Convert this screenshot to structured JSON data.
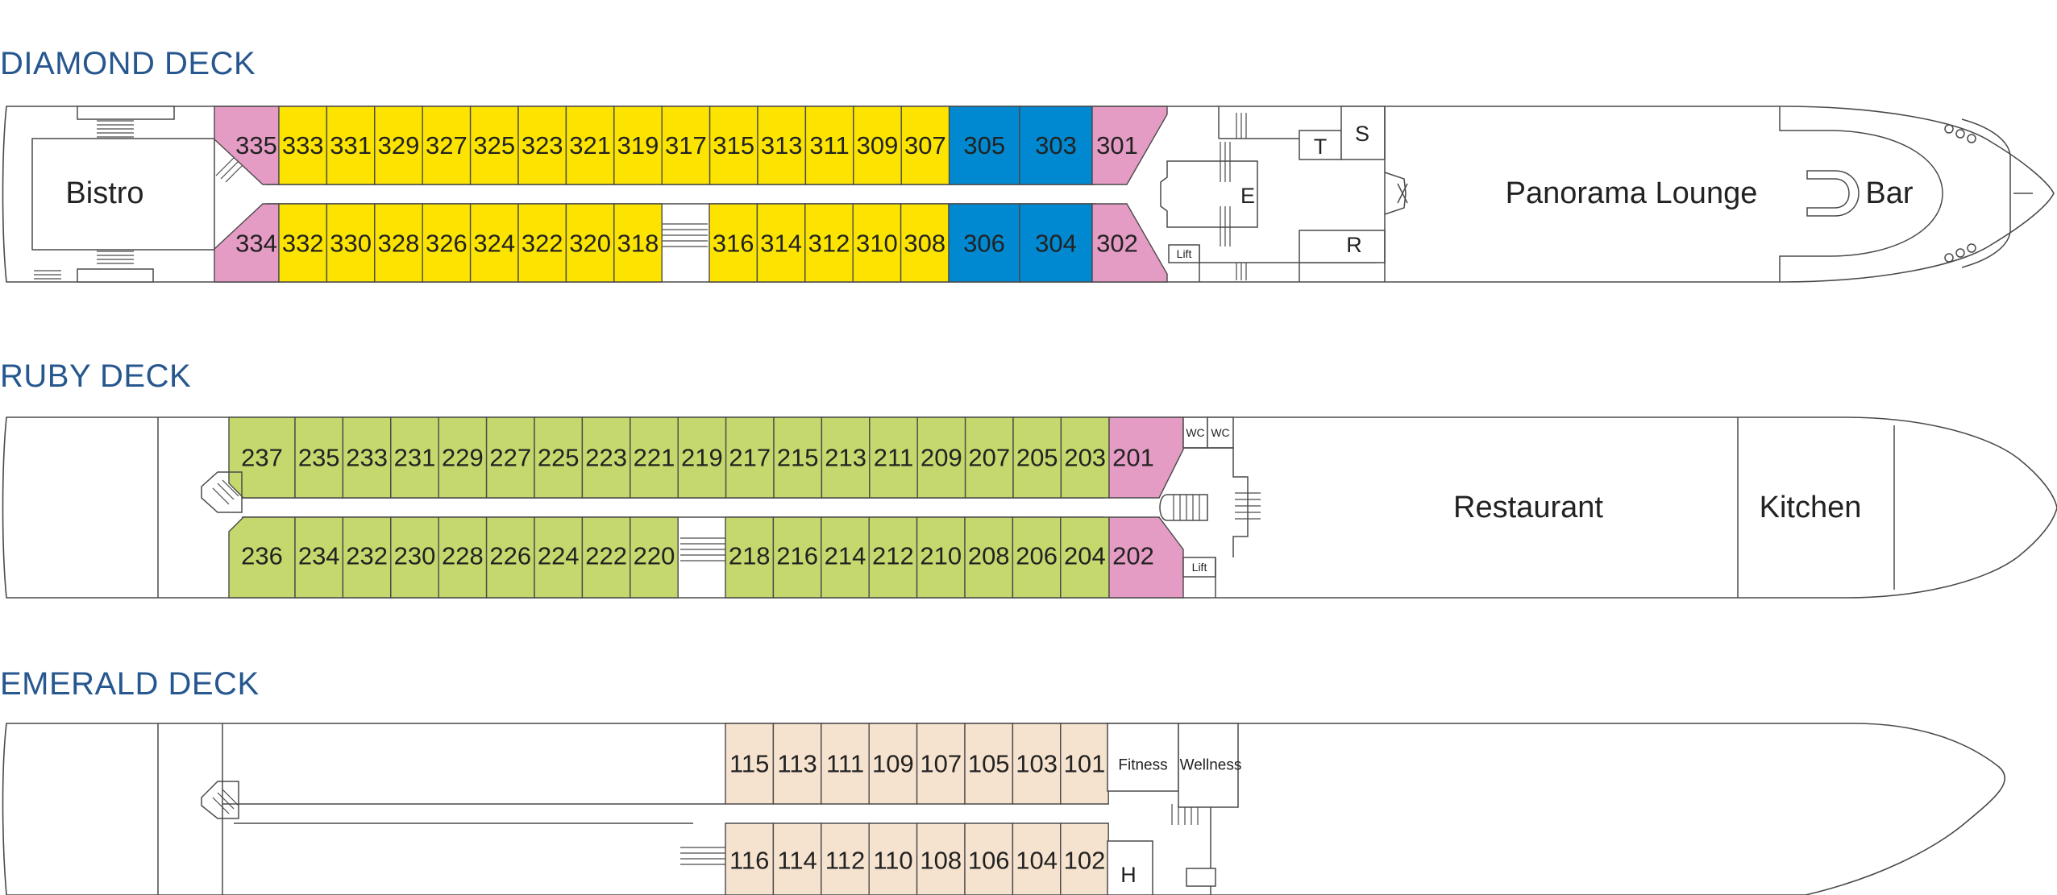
{
  "legend_colors": {
    "pink": "#e59cc4",
    "yellow": "#fce400",
    "blue": "#0089d0",
    "green": "#c5d86d",
    "beige": "#f6e3cf"
  },
  "decks": [
    {
      "title": "DIAMOND DECK",
      "rooms": [
        "Bistro",
        "E",
        "T",
        "S",
        "R",
        "Lift",
        "Panorama Lounge",
        "Bar"
      ],
      "cabins_top": [
        {
          "n": "335",
          "c": "pink"
        },
        {
          "n": "333",
          "c": "yellow"
        },
        {
          "n": "331",
          "c": "yellow"
        },
        {
          "n": "329",
          "c": "yellow"
        },
        {
          "n": "327",
          "c": "yellow"
        },
        {
          "n": "325",
          "c": "yellow"
        },
        {
          "n": "323",
          "c": "yellow"
        },
        {
          "n": "321",
          "c": "yellow"
        },
        {
          "n": "319",
          "c": "yellow"
        },
        {
          "n": "317",
          "c": "yellow"
        },
        {
          "n": "315",
          "c": "yellow"
        },
        {
          "n": "313",
          "c": "yellow"
        },
        {
          "n": "311",
          "c": "yellow"
        },
        {
          "n": "309",
          "c": "yellow"
        },
        {
          "n": "307",
          "c": "yellow"
        },
        {
          "n": "305",
          "c": "blue"
        },
        {
          "n": "303",
          "c": "blue"
        },
        {
          "n": "301",
          "c": "pink"
        }
      ],
      "cabins_bottom": [
        {
          "n": "334",
          "c": "pink"
        },
        {
          "n": "332",
          "c": "yellow"
        },
        {
          "n": "330",
          "c": "yellow"
        },
        {
          "n": "328",
          "c": "yellow"
        },
        {
          "n": "326",
          "c": "yellow"
        },
        {
          "n": "324",
          "c": "yellow"
        },
        {
          "n": "322",
          "c": "yellow"
        },
        {
          "n": "320",
          "c": "yellow"
        },
        {
          "n": "318",
          "c": "yellow"
        },
        {
          "n": "316",
          "c": "yellow"
        },
        {
          "n": "314",
          "c": "yellow"
        },
        {
          "n": "312",
          "c": "yellow"
        },
        {
          "n": "310",
          "c": "yellow"
        },
        {
          "n": "308",
          "c": "yellow"
        },
        {
          "n": "306",
          "c": "blue"
        },
        {
          "n": "304",
          "c": "blue"
        },
        {
          "n": "302",
          "c": "pink"
        }
      ]
    },
    {
      "title": "RUBY DECK",
      "rooms": [
        "WC",
        "WC",
        "Lift",
        "Restaurant",
        "Kitchen"
      ],
      "cabins_top": [
        {
          "n": "237",
          "c": "green"
        },
        {
          "n": "235",
          "c": "green"
        },
        {
          "n": "233",
          "c": "green"
        },
        {
          "n": "231",
          "c": "green"
        },
        {
          "n": "229",
          "c": "green"
        },
        {
          "n": "227",
          "c": "green"
        },
        {
          "n": "225",
          "c": "green"
        },
        {
          "n": "223",
          "c": "green"
        },
        {
          "n": "221",
          "c": "green"
        },
        {
          "n": "219",
          "c": "green"
        },
        {
          "n": "217",
          "c": "green"
        },
        {
          "n": "215",
          "c": "green"
        },
        {
          "n": "213",
          "c": "green"
        },
        {
          "n": "211",
          "c": "green"
        },
        {
          "n": "209",
          "c": "green"
        },
        {
          "n": "207",
          "c": "green"
        },
        {
          "n": "205",
          "c": "green"
        },
        {
          "n": "203",
          "c": "green"
        },
        {
          "n": "201",
          "c": "pink"
        }
      ],
      "cabins_bottom": [
        {
          "n": "236",
          "c": "green"
        },
        {
          "n": "234",
          "c": "green"
        },
        {
          "n": "232",
          "c": "green"
        },
        {
          "n": "230",
          "c": "green"
        },
        {
          "n": "228",
          "c": "green"
        },
        {
          "n": "226",
          "c": "green"
        },
        {
          "n": "224",
          "c": "green"
        },
        {
          "n": "222",
          "c": "green"
        },
        {
          "n": "220",
          "c": "green"
        },
        {
          "n": "218",
          "c": "green"
        },
        {
          "n": "216",
          "c": "green"
        },
        {
          "n": "214",
          "c": "green"
        },
        {
          "n": "212",
          "c": "green"
        },
        {
          "n": "210",
          "c": "green"
        },
        {
          "n": "208",
          "c": "green"
        },
        {
          "n": "206",
          "c": "green"
        },
        {
          "n": "204",
          "c": "green"
        },
        {
          "n": "202",
          "c": "pink"
        }
      ]
    },
    {
      "title": "EMERALD DECK",
      "rooms": [
        "Fitness",
        "Wellness",
        "H"
      ],
      "cabins_top": [
        {
          "n": "115",
          "c": "beige"
        },
        {
          "n": "113",
          "c": "beige"
        },
        {
          "n": "111",
          "c": "beige"
        },
        {
          "n": "109",
          "c": "beige"
        },
        {
          "n": "107",
          "c": "beige"
        },
        {
          "n": "105",
          "c": "beige"
        },
        {
          "n": "103",
          "c": "beige"
        },
        {
          "n": "101",
          "c": "beige"
        }
      ],
      "cabins_bottom": [
        {
          "n": "116",
          "c": "beige"
        },
        {
          "n": "114",
          "c": "beige"
        },
        {
          "n": "112",
          "c": "beige"
        },
        {
          "n": "110",
          "c": "beige"
        },
        {
          "n": "108",
          "c": "beige"
        },
        {
          "n": "106",
          "c": "beige"
        },
        {
          "n": "104",
          "c": "beige"
        },
        {
          "n": "102",
          "c": "beige"
        }
      ]
    }
  ]
}
